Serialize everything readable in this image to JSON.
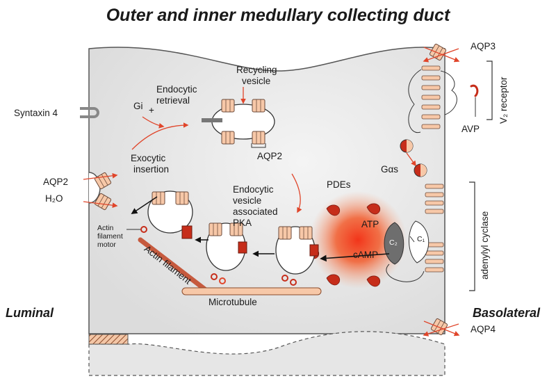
{
  "title": "Outer and inner medullary collecting duct",
  "side_labels": {
    "luminal": "Luminal",
    "basolateral": "Basolateral"
  },
  "labels": {
    "aqp3": "AQP3",
    "aqp4": "AQP4",
    "aqp2_top": "AQP2",
    "aqp2_left": "AQP2",
    "h2o": "H₂O",
    "syntaxin4": "Syntaxin 4",
    "gi": "Gi",
    "plus": "+",
    "endocytic_retrieval": [
      "Endocytic",
      "retrieval"
    ],
    "recycling_vesicle": [
      "Recycling",
      "vesicle"
    ],
    "exocytic_insertion": [
      "Exocytic",
      "insertion"
    ],
    "endocytic_vesicle_pka": [
      "Endocytic",
      "vesicle",
      "associated",
      "PKA"
    ],
    "pdes": "PDEs",
    "atp": "ATP",
    "camp": "cAMP",
    "c1": "C₁",
    "c2": "C₂",
    "actin_filament_motor": [
      "Actin",
      "filament",
      "motor"
    ],
    "actin_filament": "Actin filament",
    "microtubule": "Microtubule",
    "avp": "AVP",
    "gas": "Gαs",
    "v2_receptor": "V₂ receptor",
    "adenylyl_cyclase": "adenylyl cyclase"
  },
  "colors": {
    "accent_red": "#e0452a",
    "dark_red": "#c62d1a",
    "channel_fill": "#f7c8a8",
    "channel_stroke": "#6b4a3a",
    "cell_fill": "#e4e4e4",
    "cell_stroke": "#444444"
  }
}
